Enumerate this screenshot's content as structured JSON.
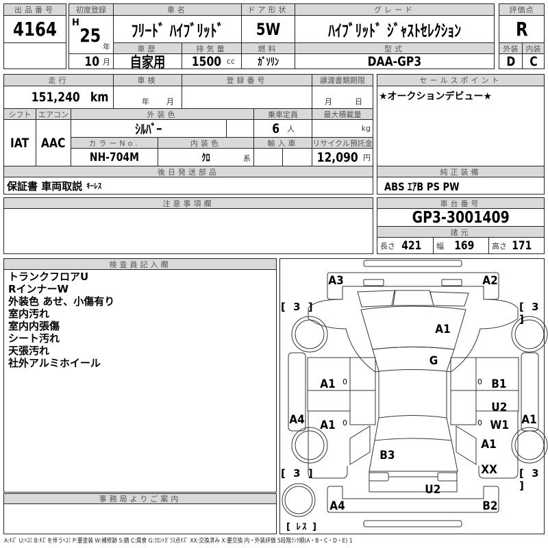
{
  "lot": {
    "label": "出品番号",
    "value": "4164"
  },
  "first_registration": {
    "label": "初度登録",
    "era": "H",
    "year": "25",
    "year_unit": "年",
    "month": "10",
    "month_unit": "月"
  },
  "car_name": {
    "label": "車名",
    "value": "ﾌﾘｰﾄﾞ ﾊｲﾌﾞﾘｯﾄﾞ"
  },
  "door": {
    "label": "ドア形状",
    "value": "5W"
  },
  "grade": {
    "label": "グレード",
    "value": "ﾊｲﾌﾞﾘｯﾄﾞ ｼﾞｬｽﾄｾﾚｸｼｮﾝ"
  },
  "history": {
    "label": "車歴",
    "value": "自家用"
  },
  "displacement": {
    "label": "排気量",
    "value": "1500",
    "unit": "cc"
  },
  "fuel": {
    "label": "燃料",
    "value": "ｶﾞｿﾘﾝ"
  },
  "model": {
    "label": "型式",
    "value": "DAA-GP3"
  },
  "score": {
    "label": "評価点",
    "value": "R",
    "exterior_label": "外装",
    "exterior": "D",
    "interior_label": "内装",
    "interior": "C"
  },
  "mileage": {
    "label": "走行",
    "value": "151,240",
    "unit": "km"
  },
  "inspection": {
    "label": "車検",
    "year_unit": "年",
    "month_unit": "月"
  },
  "registration_no": {
    "label": "登録番号"
  },
  "transfer_deadline": {
    "label": "譲渡書類期限",
    "month_unit": "月",
    "day_unit": "日"
  },
  "shift": {
    "label": "シフト",
    "value": "IAT"
  },
  "aircon": {
    "label": "エアコン",
    "value": "AAC"
  },
  "exterior_color": {
    "label": "外装色",
    "value": "ｼﾙﾊﾞｰ"
  },
  "capacity": {
    "label": "乗車定員",
    "value": "6",
    "unit": "人"
  },
  "max_load": {
    "label": "最大積載量",
    "unit": "kg"
  },
  "color_no": {
    "label": "カラーNo.",
    "value": "NH-704M"
  },
  "interior_color": {
    "label": "内装色",
    "value": "ｸﾛ",
    "unit": "系"
  },
  "import_car": {
    "label": "輸入車"
  },
  "recycle": {
    "label": "リサイクル預託金",
    "value": "12,090",
    "unit": "円"
  },
  "later_parts": {
    "label": "後日発送部品",
    "value": "保証書 車両取説",
    "extra": "ｷｰﾚｽ"
  },
  "sales_point": {
    "label": "セールスポイント",
    "value": "★オークションデビュー★"
  },
  "equipment": {
    "label": "純正装備",
    "value": "ABS ｴｱB PS PW"
  },
  "notes": {
    "label": "注意事項欄"
  },
  "chassis": {
    "label": "車台番号",
    "value": "GP3-3001409"
  },
  "specs": {
    "label": "諸元",
    "length_label": "長さ",
    "length": "421",
    "width_label": "幅",
    "width": "169",
    "height_label": "高さ",
    "height": "171"
  },
  "inspector": {
    "label": "検査員記入欄",
    "lines": [
      "トランクフロアU",
      "RインナーW",
      "外装色 あせ、小傷有り",
      "室内汚れ",
      "室内内張傷",
      "シート汚れ",
      "天張汚れ",
      "社外アルミホイール"
    ]
  },
  "office": {
    "label": "事務局よりご案内"
  },
  "diagram": {
    "marks": [
      "A3",
      "A2",
      "A1",
      "G",
      "A1",
      "B1",
      "A4",
      "A1",
      "U2",
      "W1",
      "A1",
      "A1",
      "B3",
      "XX",
      "U2",
      "A4",
      "B2"
    ],
    "zero": "0",
    "tire": "[ 3 ]",
    "spare": "[ ﾚｽ ]"
  },
  "legend": "A:ｷｽﾞ U:ﾍｺﾐ B:ｷｽﾞを伴うﾍｺﾐ P:要塗装 W:補修跡 S:錆 C:腐食 G:ﾌﾛﾝﾄｶﾞﾗｽ点ｷｽﾞ XX:交換済み X:要交換 内・外装評価 5段階ﾗﾝｸ順(A・B・C・D・E) 1"
}
